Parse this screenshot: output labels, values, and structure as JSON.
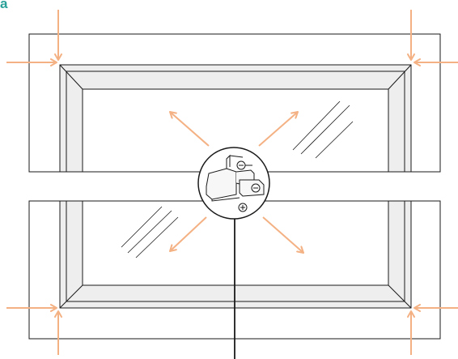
{
  "figure": {
    "label": "a"
  },
  "colors": {
    "label": "#2aa198",
    "arrow": "#f4b183",
    "line": "#1a1a1a",
    "frame_fill": "#eeeeee",
    "glass_fill": "#ffffff",
    "detail_fill": "#f7f7f7"
  },
  "arrows": {
    "corner_count": 8,
    "outward_count": 4
  },
  "icons": [
    "window-frame-diagram",
    "corner-press-arrow",
    "outward-arrow",
    "clip-bracket-icon",
    "screw-icon",
    "glass-reflection-icon",
    "callout-leader-line"
  ]
}
